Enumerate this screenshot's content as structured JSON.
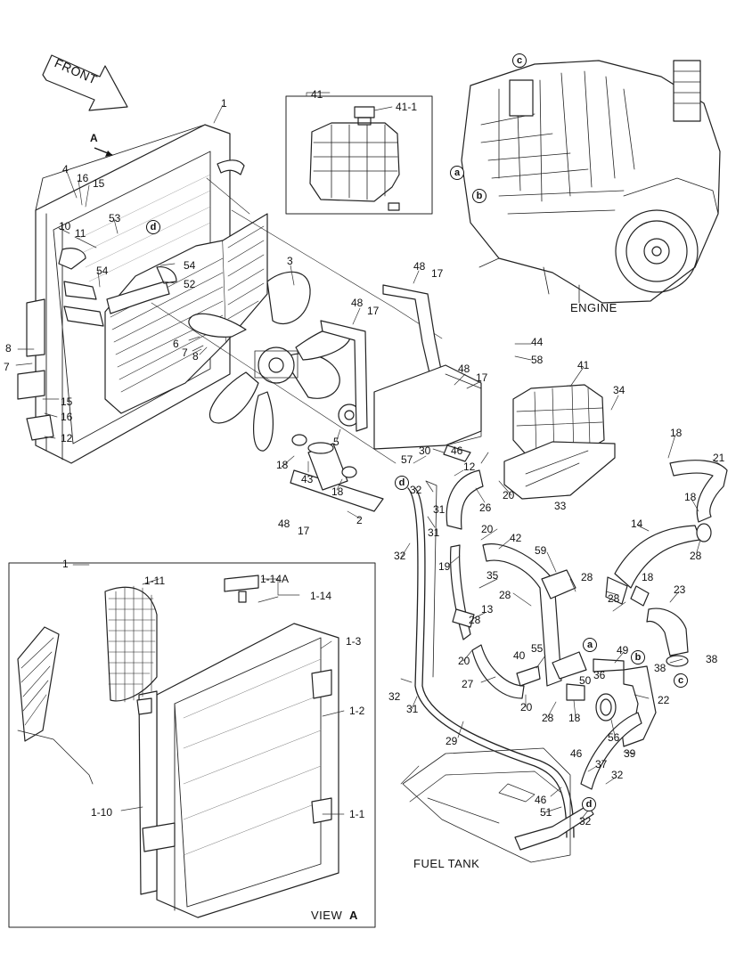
{
  "front_arrow_label": "FRONT",
  "view_marker": "A",
  "captions": {
    "engine": "ENGINE",
    "fuel_tank": "FUEL TANK",
    "view_a_prefix": "VIEW",
    "view_a_letter": "A"
  },
  "callout_groups": {
    "main_box": "1",
    "inset_41": "41",
    "inset_41_cap": "41-1",
    "inset_1": "1",
    "bracket_1_14": "1-14",
    "bracket_1_14a": "1-14A"
  },
  "circle_refs": [
    "a",
    "b",
    "c",
    "d"
  ],
  "part_labels": [
    "1",
    "1-1",
    "1-2",
    "1-3",
    "1-10",
    "1-11",
    "2",
    "3",
    "4",
    "5",
    "6",
    "7",
    "8",
    "10",
    "11",
    "12",
    "13",
    "14",
    "15",
    "16",
    "17",
    "18",
    "19",
    "20",
    "21",
    "22",
    "23",
    "26",
    "27",
    "28",
    "29",
    "30",
    "31",
    "32",
    "33",
    "34",
    "35",
    "36",
    "37",
    "38",
    "39",
    "40",
    "41",
    "42",
    "43",
    "44",
    "46",
    "48",
    "49",
    "50",
    "51",
    "52",
    "53",
    "54",
    "55",
    "56",
    "57",
    "58",
    "59"
  ]
}
